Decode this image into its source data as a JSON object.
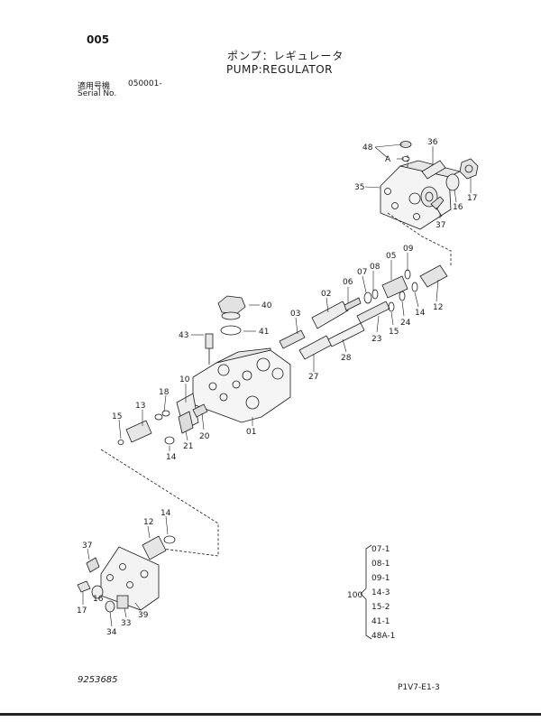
{
  "header": {
    "page_number": "005",
    "title_jp": "ポンプ：レギュレータ",
    "title_en": "PUMP:REGULATOR",
    "serial_label_jp": "適用号機",
    "serial_value": "050001-",
    "serial_label_en": "Serial No."
  },
  "callouts": {
    "c48": "48",
    "cA": "A",
    "c36": "36",
    "c35": "35",
    "c16": "16",
    "c17": "17",
    "c37": "37",
    "c09": "09",
    "c05": "05",
    "c08": "08",
    "c07": "07",
    "c06": "06",
    "c02": "02",
    "c12": "12",
    "c14": "14",
    "c24": "24",
    "c15": "15",
    "c23": "23",
    "c03": "03",
    "c28": "28",
    "c27": "27",
    "c40": "40",
    "c41": "41",
    "c43": "43",
    "c10": "10",
    "c18": "18",
    "c13": "13",
    "c15b": "15",
    "c14b": "14",
    "c21": "21",
    "c20": "20",
    "c01": "01",
    "c14c": "14",
    "c12b": "12",
    "c37b": "37",
    "c16b": "16",
    "c17b": "17",
    "c33": "33",
    "c34": "34",
    "c39": "39"
  },
  "kit": {
    "number": "100",
    "items": [
      "07-1",
      "08-1",
      "09-1",
      "14-3",
      "15-2",
      "41-1",
      "48A-1"
    ]
  },
  "footer": {
    "doc_number": "9253685",
    "page_ref": "P1V7-E1-3"
  }
}
